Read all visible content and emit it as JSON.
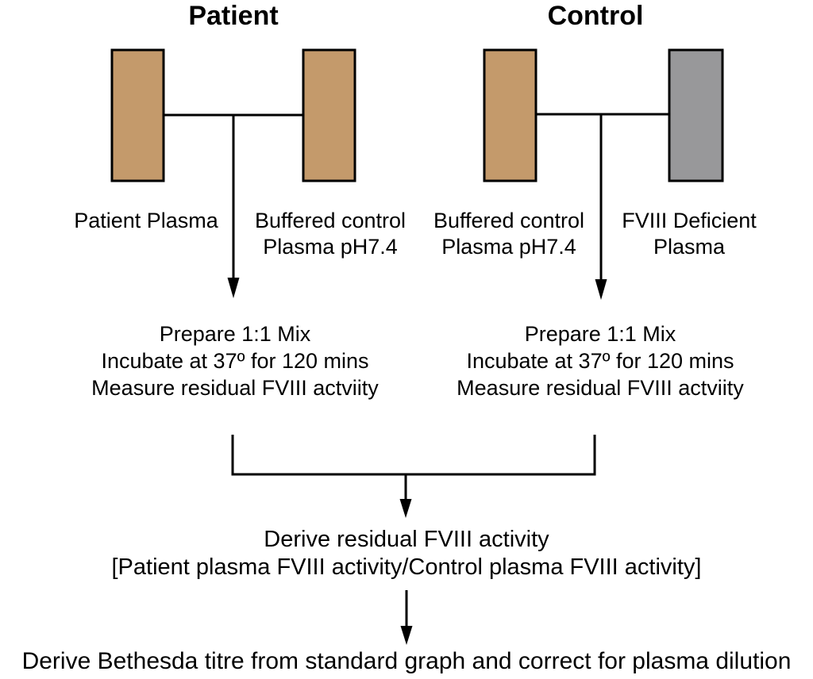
{
  "colors": {
    "plasma_tan": "#C49A6B",
    "deficient_gray": "#98989A",
    "line_black": "#000000",
    "background": "#FFFFFF"
  },
  "patient": {
    "title": "Patient",
    "tube1_label": "Patient Plasma",
    "tube2_label_line1": "Buffered control",
    "tube2_label_line2": "Plasma pH7.4",
    "mix_line1": "Prepare 1:1 Mix",
    "mix_line2": "Incubate at 37º for 120 mins",
    "mix_line3": "Measure residual FVIII actviity"
  },
  "control": {
    "title": "Control",
    "tube1_label_line1": "Buffered control",
    "tube1_label_line2": "Plasma pH7.4",
    "tube2_label_line1": "FVIII Deficient",
    "tube2_label_line2": "Plasma",
    "mix_line1": "Prepare 1:1 Mix",
    "mix_line2": "Incubate at 37º for 120 mins",
    "mix_line3": "Measure residual FVIII actviity"
  },
  "derive": {
    "line1": "Derive residual FVIII activity",
    "line2": "[Patient plasma FVIII activity/Control plasma FVIII activity]"
  },
  "footer_text": "Derive Bethesda titre from standard graph and correct for plasma dilution"
}
